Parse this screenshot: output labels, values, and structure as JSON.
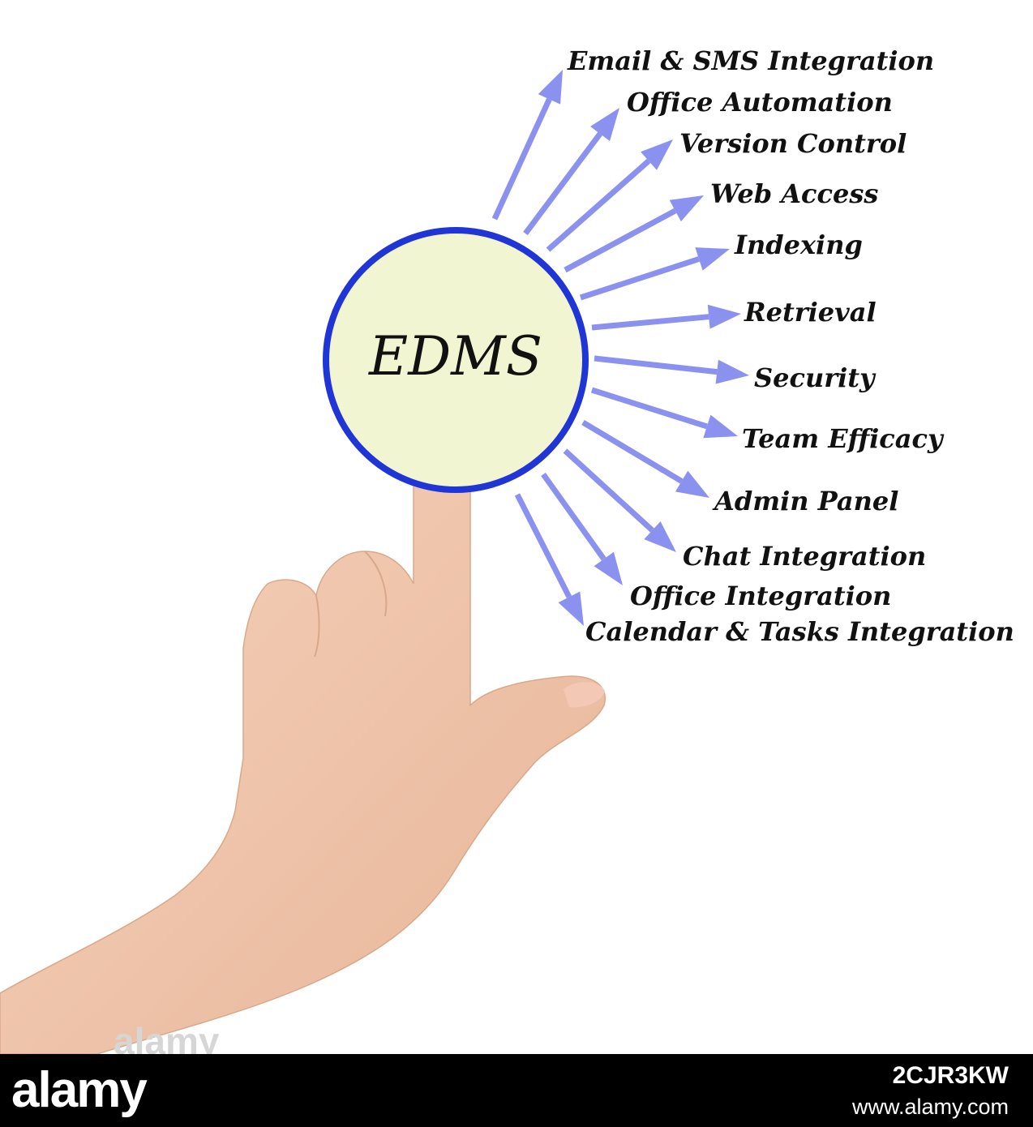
{
  "diagram": {
    "center_label": "EDMS",
    "features": [
      "Email & SMS Integration",
      "Office Automation",
      "Version Control",
      "Web Access",
      "Indexing",
      "Retrieval",
      "Security",
      "Team Efficacy",
      "Admin Panel",
      "Chat Integration",
      "Office Integration",
      "Calendar & Tasks Integration"
    ],
    "colors": {
      "circle_fill": "#f1f5d2",
      "circle_stroke": "#1f35d6",
      "arrow": "#8b91ef",
      "text": "#111111"
    }
  },
  "watermark": {
    "text": "alamy"
  },
  "footer": {
    "logo": "alamy",
    "image_id": "2CJR3KW",
    "url": "www.alamy.com"
  }
}
